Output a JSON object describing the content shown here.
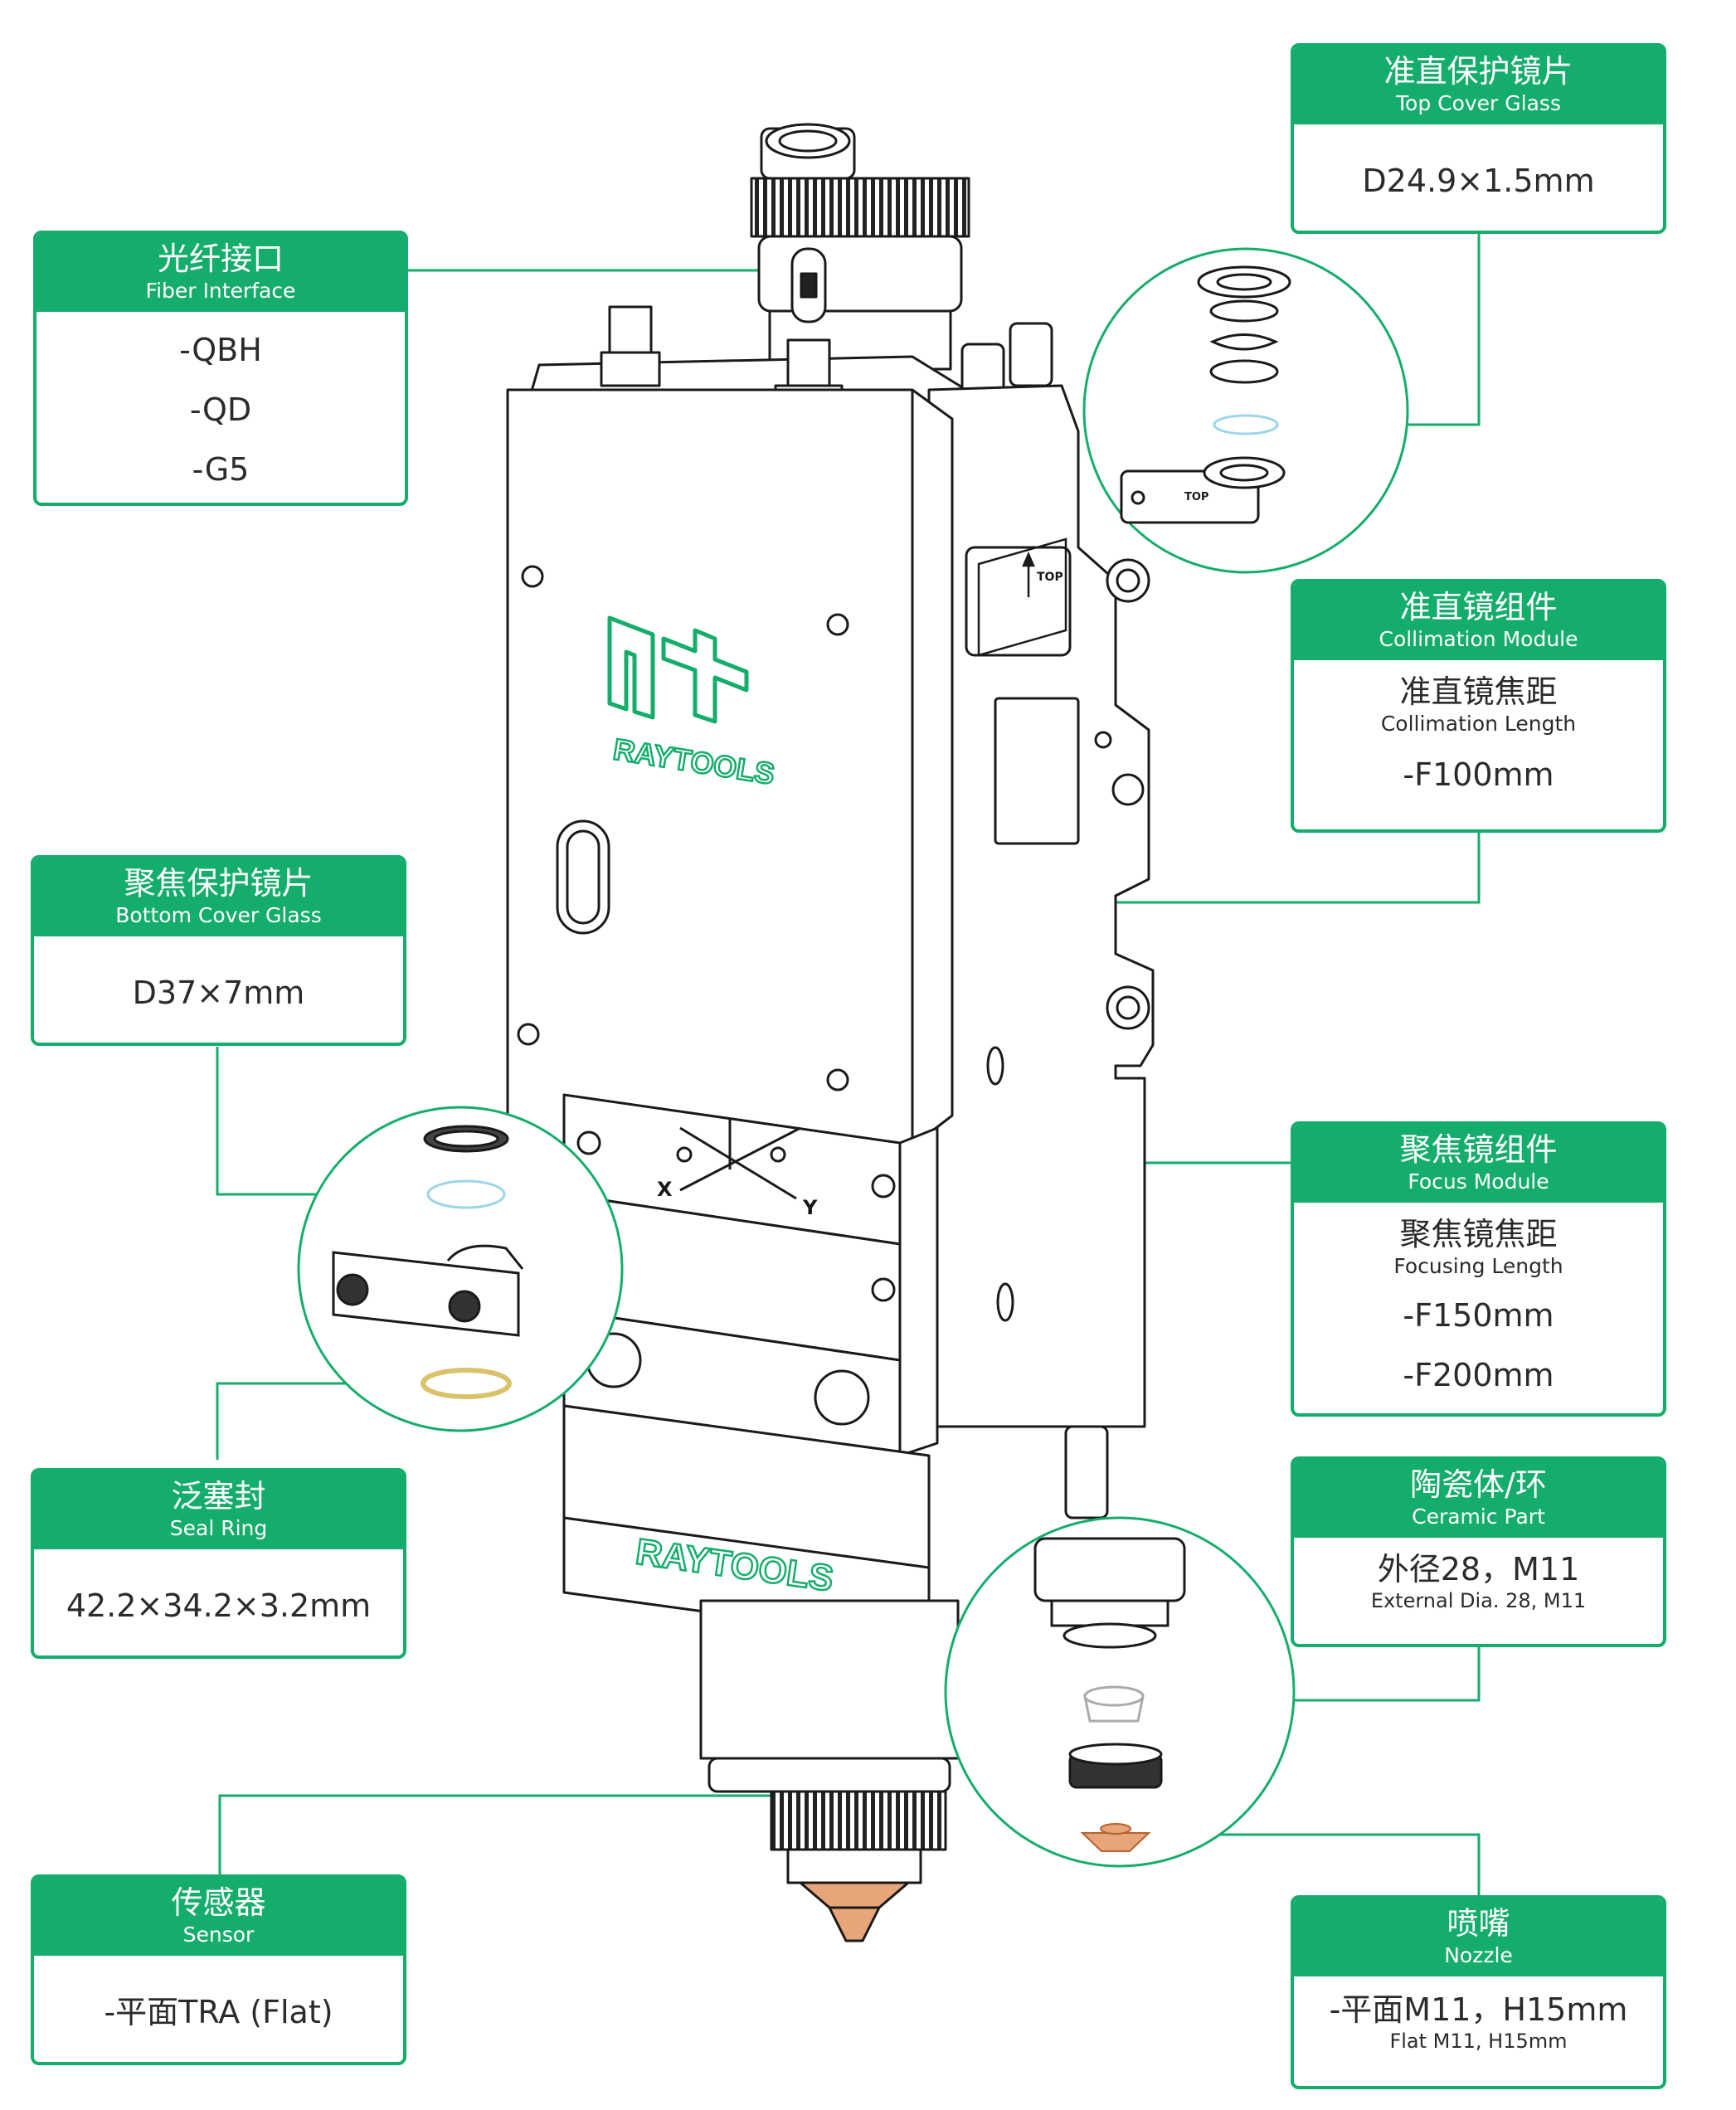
{
  "brand": {
    "logo_text": "RAYTOOLS",
    "accent": "#15ad6b"
  },
  "head_labels": {
    "top": "TOP",
    "x_axis": "X",
    "y_axis": "Y"
  },
  "callouts": {
    "fiber_interface": {
      "title_cn": "光纤接口",
      "title_en": "Fiber Interface",
      "values": [
        "-QBH",
        "-QD",
        "-G5"
      ]
    },
    "top_cover_glass": {
      "title_cn": "准直保护镜片",
      "title_en": "Top Cover Glass",
      "value": "D24.9×1.5mm"
    },
    "collimation_module": {
      "title_cn": "准直镜组件",
      "title_en": "Collimation Module",
      "sub_cn": "准直镜焦距",
      "sub_en": "Collimation Length",
      "value": "-F100mm"
    },
    "bottom_cover_glass": {
      "title_cn": "聚焦保护镜片",
      "title_en": "Bottom Cover Glass",
      "value": "D37×7mm"
    },
    "focus_module": {
      "title_cn": "聚焦镜组件",
      "title_en": "Focus Module",
      "sub_cn": "聚焦镜焦距",
      "sub_en": "Focusing Length",
      "values": [
        "-F150mm",
        "-F200mm"
      ]
    },
    "seal_ring": {
      "title_cn": "泛塞封",
      "title_en": "Seal Ring",
      "value": "42.2×34.2×3.2mm"
    },
    "ceramic_part": {
      "title_cn": "陶瓷体/环",
      "title_en": "Ceramic Part",
      "value_cn": "外径28，M11",
      "value_en": "External Dia. 28, M11"
    },
    "sensor": {
      "title_cn": "传感器",
      "title_en": "Sensor",
      "value": "-平面TRA (Flat)"
    },
    "nozzle": {
      "title_cn": "喷嘴",
      "title_en": "Nozzle",
      "value_cn": "-平面M11，H15mm",
      "value_en": "Flat M11, H15mm"
    }
  }
}
